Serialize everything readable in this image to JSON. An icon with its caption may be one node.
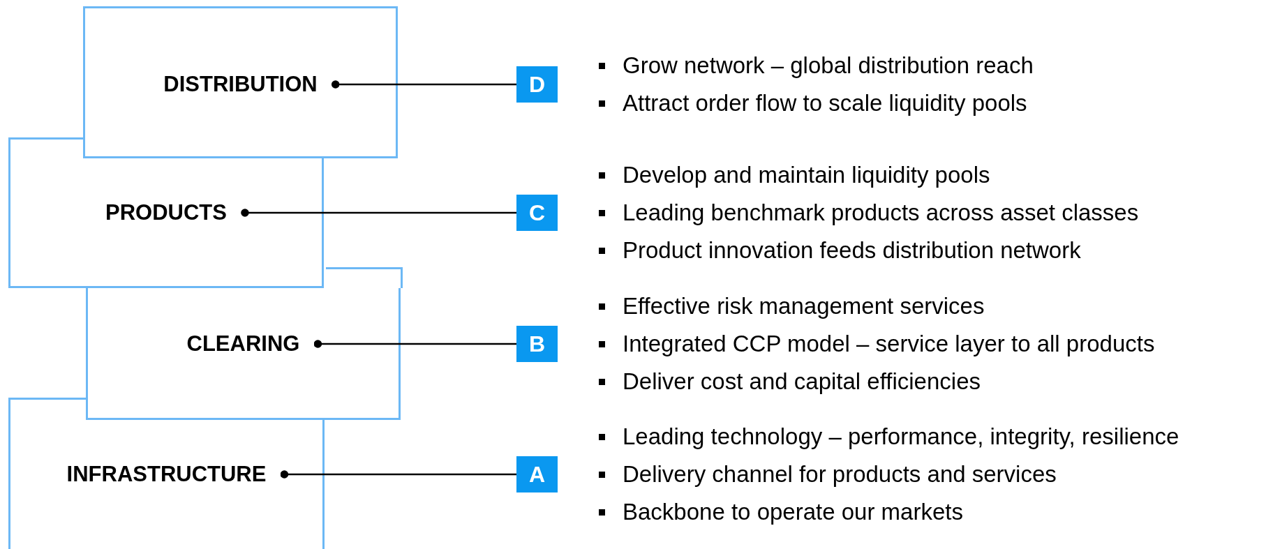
{
  "diagram": {
    "nodes": [
      {
        "text": [
          "DISTRIBUTION"
        ]
      },
      {
        "text": [
          "D"
        ],
        "beside": [
          "Grow network – global distribution reach",
          "Attract order flow to scale liquidity pools"
        ]
      },
      {
        "text": [
          "PRODUCTS"
        ]
      },
      {
        "text": [
          "C"
        ],
        "beside": [
          "Develop and maintain liquidity pools",
          "Leading benchmark products across asset classes",
          "Product innovation feeds distribution network"
        ]
      },
      {
        "text": [
          "CLEARING"
        ]
      },
      {
        "text": [
          "B"
        ],
        "beside": [
          "Effective risk management services",
          "Integrated CCP model – service layer to all products",
          "Deliver cost and capital efficiencies"
        ]
      },
      {
        "text": [
          "INFRASTRUCTURE"
        ]
      },
      {
        "text": [
          "A"
        ],
        "beside": [
          "Leading technology – performance, integrity, resilience",
          "Delivery channel for products and services",
          "Backbone to operate our markets"
        ]
      }
    ],
    "edges": [
      {
        "from": 0,
        "to": 1,
        "arrow": "other"
      },
      {
        "from": 2,
        "to": 3,
        "arrow": "other"
      },
      {
        "from": 4,
        "to": 5,
        "arrow": "other"
      },
      {
        "from": 6,
        "to": 7,
        "arrow": "other"
      }
    ]
  }
}
